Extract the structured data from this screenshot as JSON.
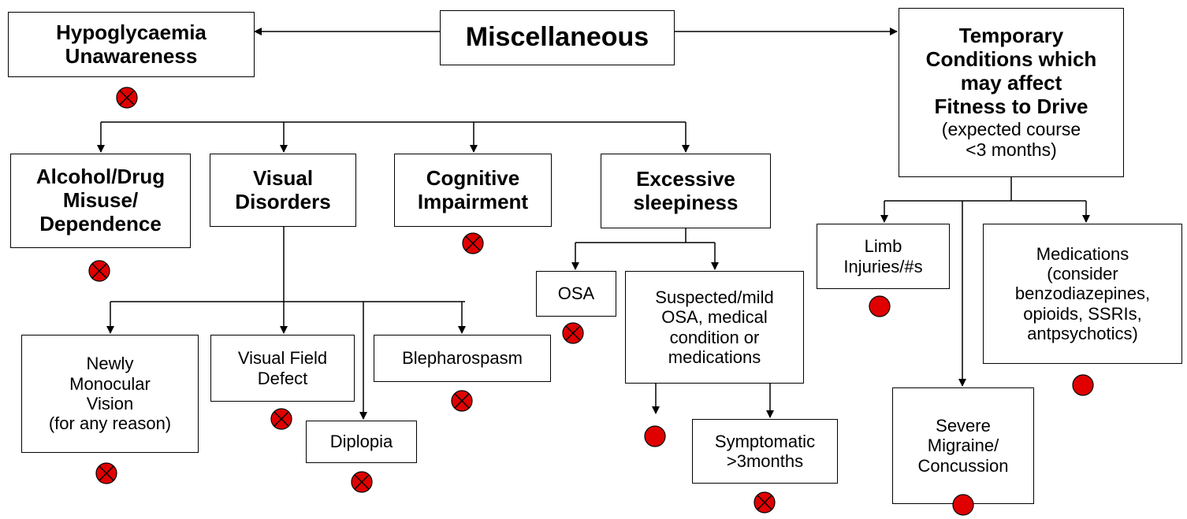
{
  "title": "Miscellaneous",
  "colors": {
    "marker_fill": "#e00000",
    "line": "#000000",
    "background": "#ffffff"
  },
  "legend_symbols": {
    "crossed_circle": "red-circle-with-cross-icon",
    "plain_circle": "red-circle-icon"
  },
  "nodes": {
    "hypo": {
      "lines": [
        "Hypoglycaemia",
        "Unawareness"
      ],
      "marker": "crossed_circle"
    },
    "temporary": {
      "lines": [
        "Temporary",
        "Conditions which",
        "may affect",
        "Fitness to Drive"
      ],
      "note_lines": [
        "(expected course",
        "<3 months)"
      ]
    },
    "alcohol": {
      "lines": [
        "Alcohol/Drug",
        "Misuse/",
        "Dependence"
      ],
      "marker": "crossed_circle"
    },
    "visual": {
      "lines": [
        "Visual",
        "Disorders"
      ]
    },
    "cognitive": {
      "lines": [
        "Cognitive",
        "Impairment"
      ],
      "marker": "crossed_circle"
    },
    "sleepiness": {
      "lines": [
        "Excessive",
        "sleepiness"
      ]
    },
    "monocular": {
      "lines": [
        "Newly",
        "Monocular",
        "Vision",
        "(for any reason)"
      ],
      "marker": "crossed_circle"
    },
    "field": {
      "lines": [
        "Visual Field",
        "Defect"
      ],
      "marker": "crossed_circle"
    },
    "diplopia": {
      "lines": [
        "Diplopia"
      ],
      "marker": "crossed_circle"
    },
    "blepharo": {
      "lines": [
        "Blepharospasm"
      ],
      "marker": "crossed_circle"
    },
    "osa": {
      "lines": [
        "OSA"
      ],
      "marker": "crossed_circle"
    },
    "mild_osa": {
      "lines": [
        "Suspected/mild",
        "OSA, medical",
        "condition or",
        "medications"
      ],
      "marker": "plain_circle"
    },
    "symptomatic": {
      "lines": [
        "Symptomatic",
        ">3months"
      ],
      "marker": "crossed_circle"
    },
    "limb": {
      "lines": [
        "Limb",
        "Injuries/#s"
      ],
      "marker": "plain_circle"
    },
    "migraine": {
      "lines": [
        "Severe",
        "Migraine/",
        "Concussion"
      ],
      "marker": "plain_circle"
    },
    "medications": {
      "lines": [
        "Medications",
        "(consider",
        "benzodiazepines,",
        "opioids, SSRIs,",
        "antpsychotics)"
      ],
      "marker": "plain_circle"
    }
  }
}
